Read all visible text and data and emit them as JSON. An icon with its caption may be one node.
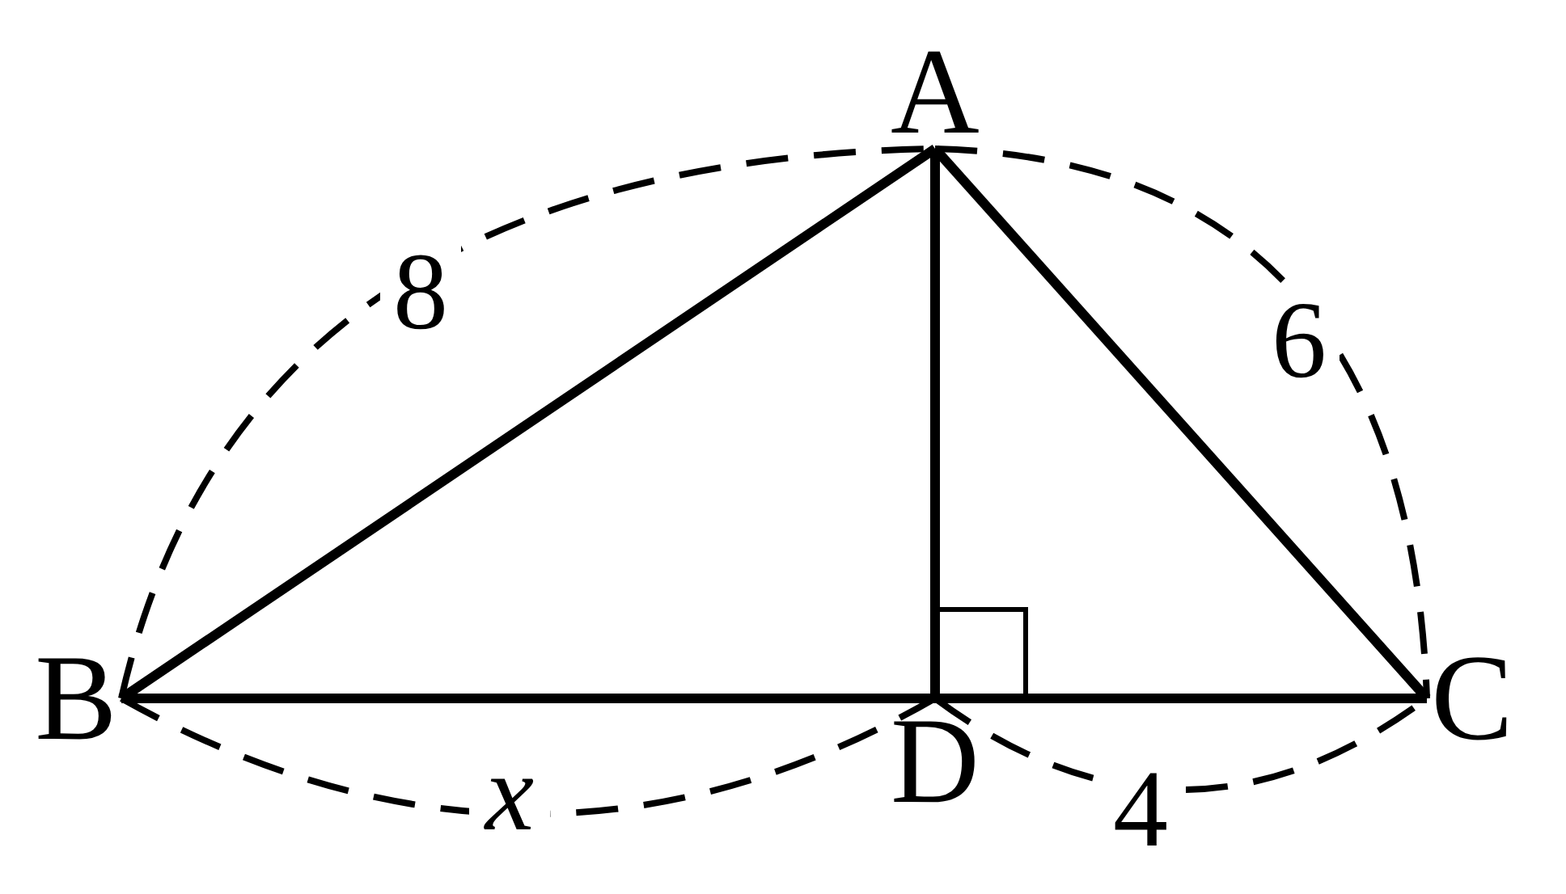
{
  "diagram": {
    "nodes": [
      {
        "text": [
          "A"
        ]
      },
      {
        "text": [
          "B"
        ]
      },
      {
        "text": [
          "C"
        ]
      },
      {
        "text": [
          "D"
        ]
      }
    ],
    "edges": [
      {
        "from": 0,
        "to": 1,
        "arrow": "none"
      },
      {
        "from": 0,
        "to": 2,
        "arrow": "none"
      },
      {
        "from": 0,
        "to": 3,
        "arrow": "none"
      },
      {
        "from": 1,
        "to": 3,
        "arrow": "none"
      },
      {
        "from": 3,
        "to": 2,
        "arrow": "none"
      }
    ],
    "labels": [
      "8",
      "6",
      "x",
      "4"
    ]
  }
}
